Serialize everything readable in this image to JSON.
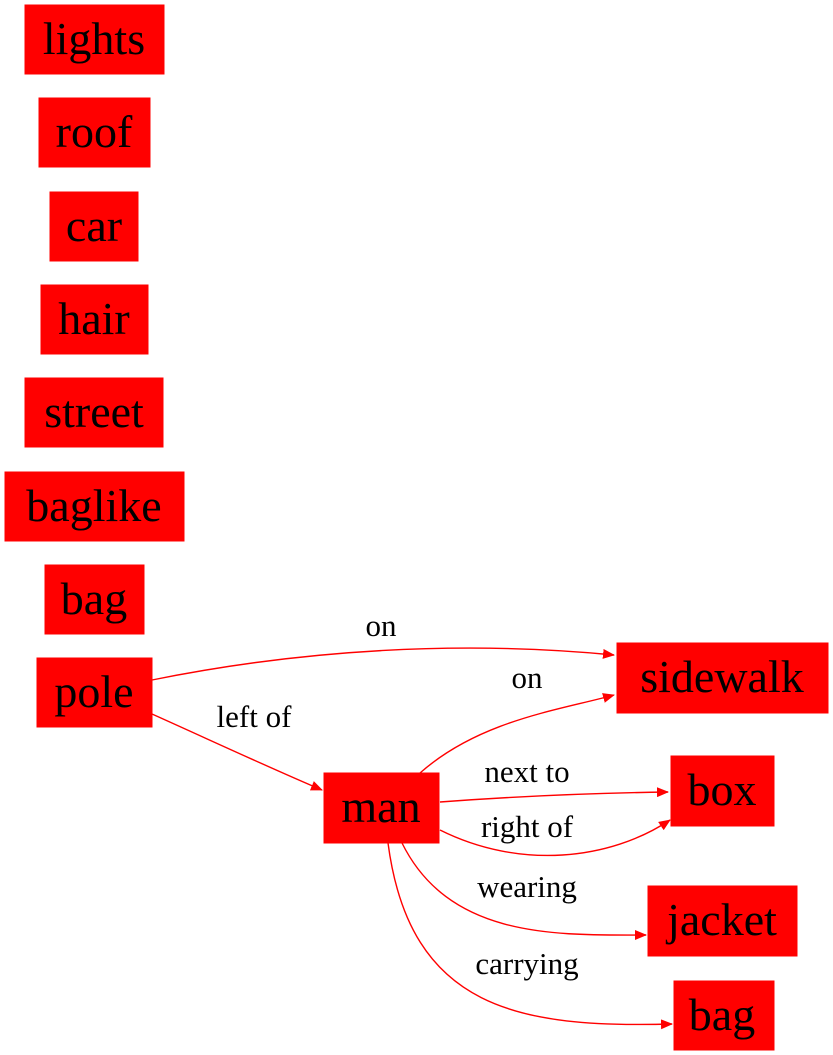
{
  "colors": {
    "node_fill": "#ff0000",
    "edge_stroke": "#ff0000",
    "text": "#000000",
    "background": "#ffffff"
  },
  "nodes": {
    "lights": "lights",
    "roof": "roof",
    "car": "car",
    "hair": "hair",
    "street": "street",
    "baglike": "baglike",
    "bag_left": "bag",
    "pole": "pole",
    "man": "man",
    "sidewalk": "sidewalk",
    "box": "box",
    "jacket": "jacket",
    "bag_right": "bag"
  },
  "edges": [
    {
      "from": "pole",
      "to": "sidewalk",
      "label": "on"
    },
    {
      "from": "pole",
      "to": "man",
      "label": "left of"
    },
    {
      "from": "man",
      "to": "sidewalk",
      "label": "on"
    },
    {
      "from": "man",
      "to": "box",
      "label": "next to"
    },
    {
      "from": "man",
      "to": "box",
      "label": "right of"
    },
    {
      "from": "man",
      "to": "jacket",
      "label": "wearing"
    },
    {
      "from": "man",
      "to": "bag_right",
      "label": "carrying"
    }
  ]
}
